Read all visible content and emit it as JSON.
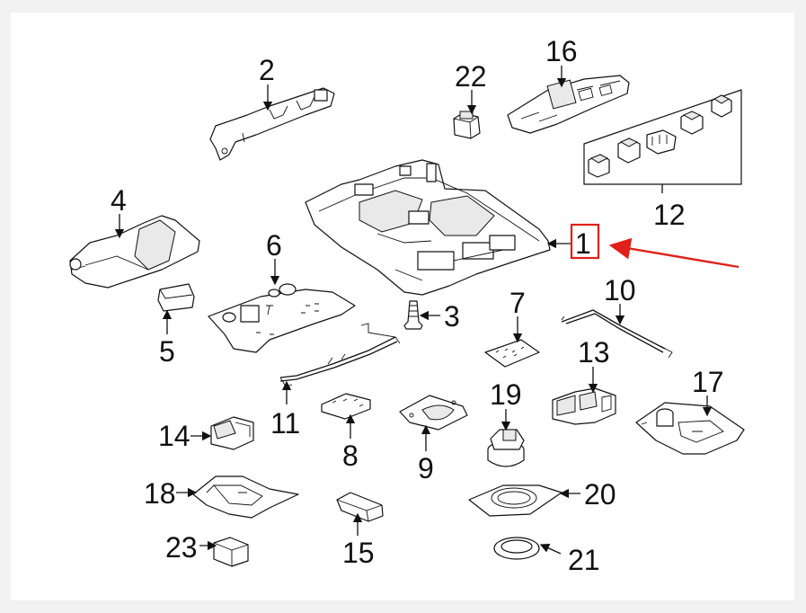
{
  "diagram": {
    "callouts": [
      {
        "id": "1",
        "label": "1",
        "highlighted": true
      },
      {
        "id": "2",
        "label": "2"
      },
      {
        "id": "3",
        "label": "3"
      },
      {
        "id": "4",
        "label": "4"
      },
      {
        "id": "5",
        "label": "5"
      },
      {
        "id": "6",
        "label": "6"
      },
      {
        "id": "7",
        "label": "7"
      },
      {
        "id": "8",
        "label": "8"
      },
      {
        "id": "9",
        "label": "9"
      },
      {
        "id": "10",
        "label": "10"
      },
      {
        "id": "11",
        "label": "11"
      },
      {
        "id": "12",
        "label": "12"
      },
      {
        "id": "13",
        "label": "13"
      },
      {
        "id": "14",
        "label": "14"
      },
      {
        "id": "15",
        "label": "15"
      },
      {
        "id": "16",
        "label": "16"
      },
      {
        "id": "17",
        "label": "17"
      },
      {
        "id": "18",
        "label": "18"
      },
      {
        "id": "19",
        "label": "19"
      },
      {
        "id": "20",
        "label": "20"
      },
      {
        "id": "21",
        "label": "21"
      },
      {
        "id": "22",
        "label": "22"
      },
      {
        "id": "23",
        "label": "23"
      }
    ],
    "highlight_color": "#e0201a",
    "line_color": "#111111",
    "background_color": "#f2f2f2",
    "panel_color": "#ffffff"
  }
}
